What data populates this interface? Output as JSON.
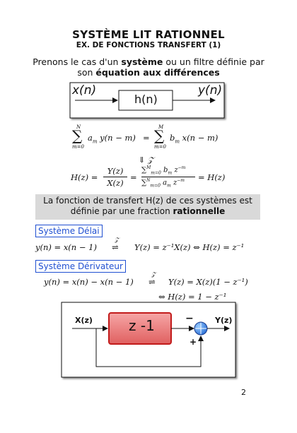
{
  "header": {
    "title": "SYSTÈME LIT RATIONNEL",
    "subtitle": "EX. DE FONCTIONS TRANSFERT (1)"
  },
  "intro": {
    "part1": "Prenons le cas d'un ",
    "bold1": "système",
    "part2": " ou un filtre définie par son ",
    "bold2": "équation aux différences"
  },
  "diagram1": {
    "input": "x(n)",
    "block": "h(n)",
    "output": "y(n)"
  },
  "equations": {
    "difference": "∑ aₘ y(n − m) = ∑ bₘ x(n − m)",
    "sum_upper_left": "N",
    "sum_lower_left": "m=0",
    "sum_upper_right": "M",
    "sum_lower_right": "m=0",
    "arrow": "⇓ 𝒵",
    "transfer": "H(z) = Y(z)/X(z) = ∑bₘz⁻ᵐ / ∑aₘz⁻ᵐ = H(z)"
  },
  "highlight": {
    "part1": "La fonction de transfert H(z) de ces systèmes est définie par une fraction ",
    "bold": "rationnelle"
  },
  "delay": {
    "label": "Système Délai",
    "lhs": "y(n) = x(n − 1)",
    "arrow": "⇌",
    "arrow_label": "𝒵",
    "rhs": "Y(z) = z⁻¹X(z) ⇔ H(z) = z⁻¹"
  },
  "derivator": {
    "label": "Système Dérivateur",
    "lhs": "y(n) = x(n) − x(n − 1)",
    "arrow": "⇌",
    "arrow_label": "𝒵",
    "rhs": "Y(z) = X(z)(1 − z⁻¹)",
    "result": "⇔  H(z) = 1 − z⁻¹"
  },
  "diagram2": {
    "input": "X(z)",
    "block": "z -1",
    "output": "Y(z)",
    "minus": "−",
    "plus": "+"
  },
  "footer": {
    "page": "2"
  }
}
